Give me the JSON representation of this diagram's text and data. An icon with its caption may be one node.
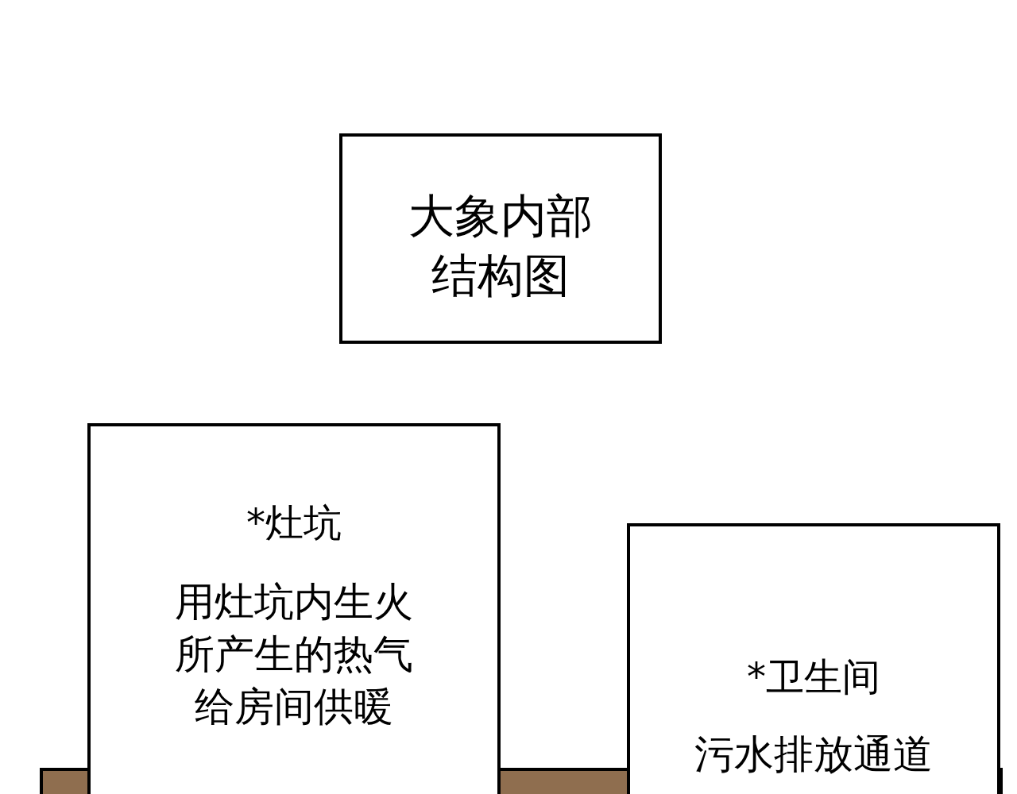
{
  "diagram": {
    "nodes": [
      {
        "text": [
          "大象内部结构图"
        ]
      },
      {
        "text": [
          "*灶坑",
          "用灶坑内生火所产生的热气给房间供暖"
        ]
      },
      {
        "text": [
          "*卫生间",
          "污水排放通道"
        ]
      }
    ]
  }
}
